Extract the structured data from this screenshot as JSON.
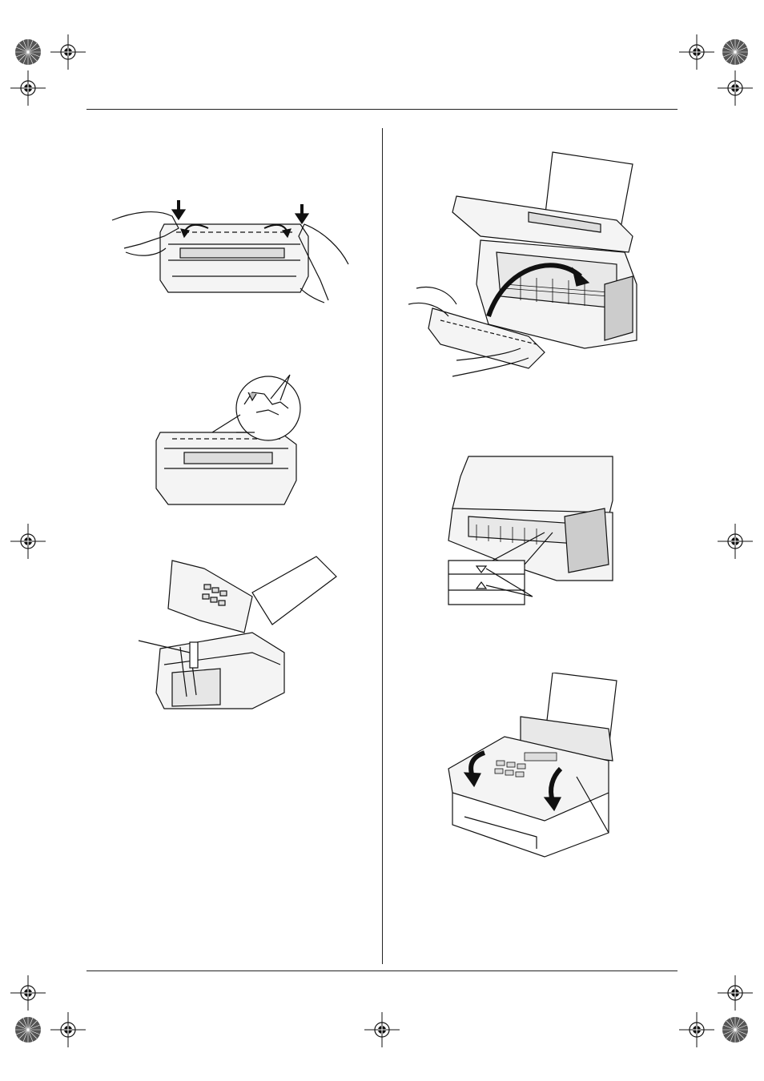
{
  "page": {
    "background": "#ffffff",
    "ink": "#1a1a1a"
  },
  "print_marks": {
    "registration": "crosshair-target-icon",
    "color_bar": "starburst-dot-icon"
  },
  "figures": {
    "left": [
      {
        "name": "figure-toner-insert-into-drum",
        "depicts": "hands-pressing-toner-cartridge-icon"
      },
      {
        "name": "figure-toner-lock-detail",
        "depicts": "toner-lock-tabs-icon"
      },
      {
        "name": "figure-fax-open-side-view",
        "depicts": "fax-open-cover-icon"
      }
    ],
    "right": [
      {
        "name": "figure-install-drum-into-fax",
        "depicts": "drum-installation-icon"
      },
      {
        "name": "figure-drum-triangle-marks",
        "depicts": "alignment-triangles-icon"
      },
      {
        "name": "figure-close-cover",
        "depicts": "close-cover-arrows-icon"
      }
    ]
  }
}
